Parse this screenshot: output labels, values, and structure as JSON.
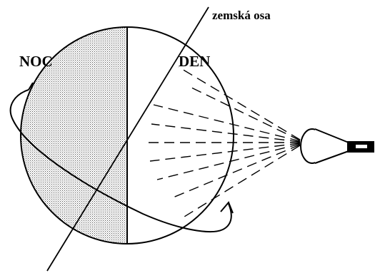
{
  "labels": {
    "axis": "zemská osa",
    "night": "NOC",
    "day": "DEN"
  },
  "colors": {
    "ink": "#000000",
    "night_fill": "#c8c8c8",
    "day_fill": "#ffffff"
  }
}
